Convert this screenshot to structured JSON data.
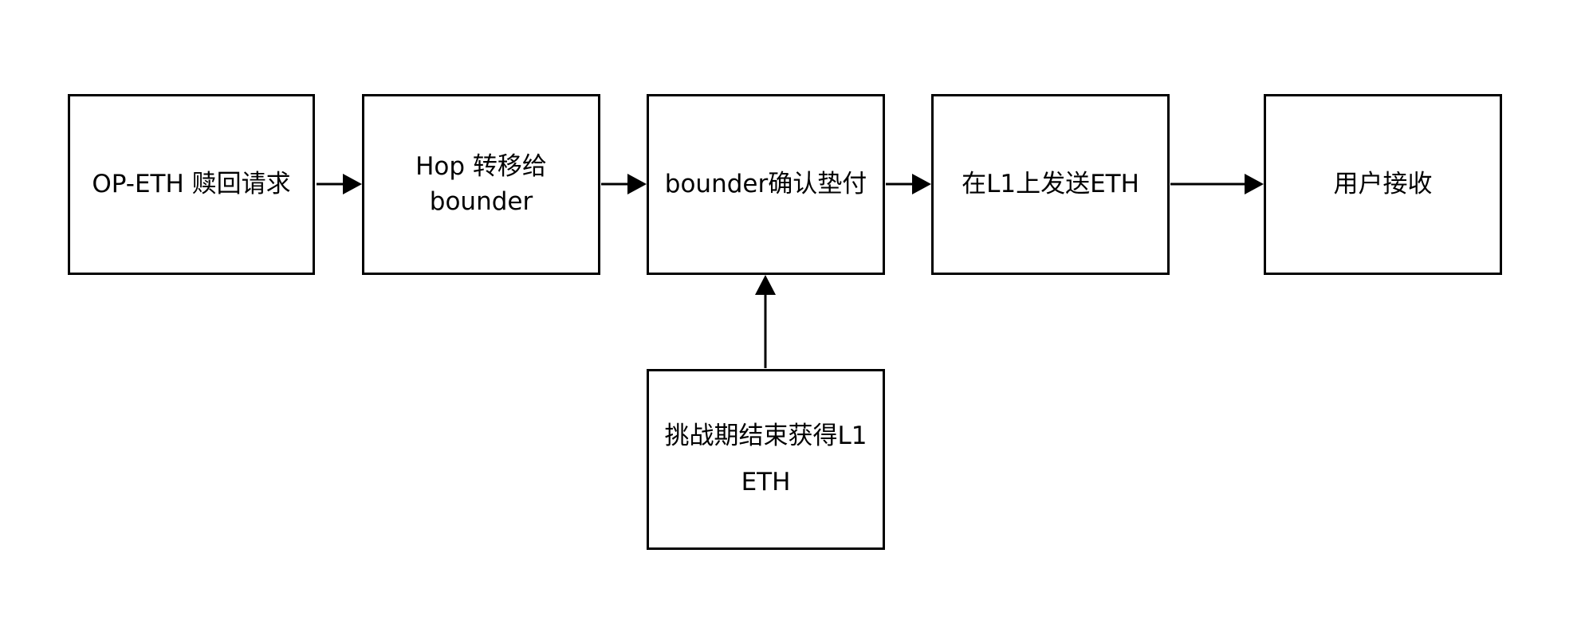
{
  "diagram": {
    "nodes": [
      {
        "id": "n1",
        "label": "OP-ETH 赎回请求"
      },
      {
        "id": "n2",
        "label": "Hop 转移给 bounder"
      },
      {
        "id": "n3",
        "label": "bounder确认垫付"
      },
      {
        "id": "n4",
        "label": "在L1上发送ETH"
      },
      {
        "id": "n5",
        "label": "用户接收"
      },
      {
        "id": "n6",
        "label": "挑战期结束获得L1 ETH"
      }
    ],
    "edges": [
      {
        "from": "n1",
        "to": "n2"
      },
      {
        "from": "n2",
        "to": "n3"
      },
      {
        "from": "n3",
        "to": "n4"
      },
      {
        "from": "n4",
        "to": "n5"
      },
      {
        "from": "n6",
        "to": "n3"
      }
    ],
    "colors": {
      "stroke": "#000000",
      "fill": "#ffffff",
      "text": "#000000"
    }
  }
}
